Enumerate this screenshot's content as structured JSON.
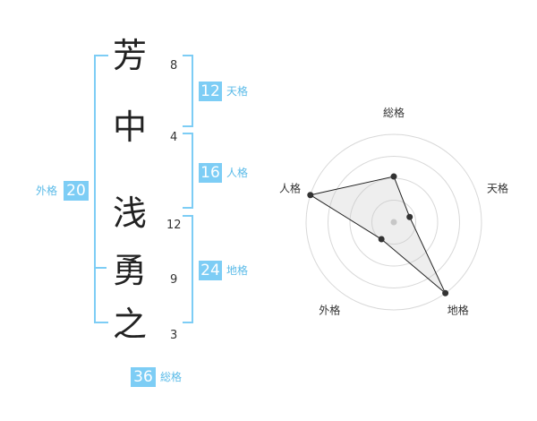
{
  "name_chars": [
    {
      "char": "芳",
      "strokes": "8"
    },
    {
      "char": "中",
      "strokes": "4"
    },
    {
      "char": "浅",
      "strokes": "12"
    },
    {
      "char": "勇",
      "strokes": "9"
    },
    {
      "char": "之",
      "strokes": "3"
    }
  ],
  "fortunes": {
    "ten": {
      "value": "12",
      "label": "天格"
    },
    "jin": {
      "value": "16",
      "label": "人格"
    },
    "chi": {
      "value": "24",
      "label": "地格"
    },
    "gai": {
      "value": "20",
      "label": "外格"
    },
    "sou": {
      "value": "36",
      "label": "総格"
    }
  },
  "colors": {
    "accent": "#7dcdf5",
    "label": "#5bbbe8"
  },
  "chart_data": {
    "type": "radar",
    "axes": [
      "総格",
      "天格",
      "地格",
      "外格",
      "人格"
    ],
    "values": [
      0.52,
      0.19,
      1.0,
      0.24,
      1.0
    ],
    "range": [
      0,
      1
    ],
    "rings": 4
  }
}
